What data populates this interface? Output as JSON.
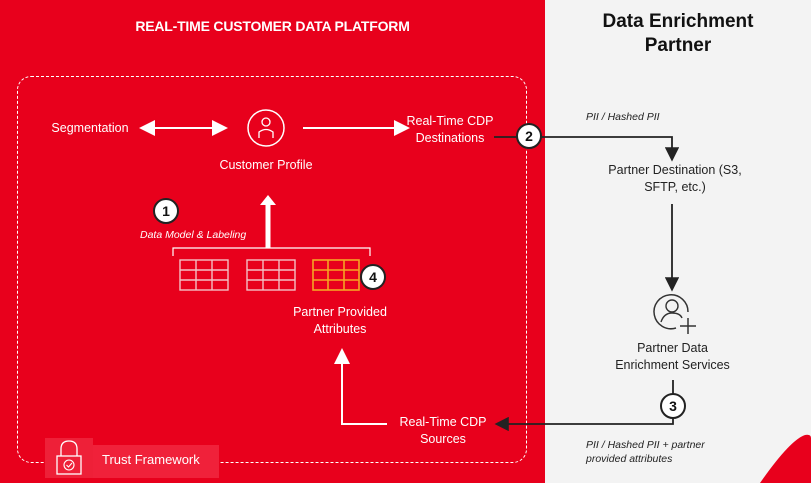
{
  "diagram": {
    "left_title": "REAL-TIME CUSTOMER DATA PLATFORM",
    "right_title_line1": "Data Enrichment",
    "right_title_line2": "Partner",
    "nodes": {
      "segmentation": "Segmentation",
      "customer_profile": "Customer Profile",
      "destinations_line1": "Real-Time CDP",
      "destinations_line2": "Destinations",
      "partner_destination_line1": "Partner Destination (S3,",
      "partner_destination_line2": "SFTP, etc.)",
      "enrichment_line1": "Partner Data",
      "enrichment_line2": "Enrichment Services",
      "sources_line1": "Real-Time CDP",
      "sources_line2": "Sources",
      "partner_attributes_line1": "Partner Provided",
      "partner_attributes_line2": "Attributes",
      "data_model": "Data Model & Labeling",
      "trust_framework": "Trust Framework"
    },
    "edge_labels": {
      "pii_out": "PII / Hashed PII",
      "pii_in_line1": "PII / Hashed PII + partner",
      "pii_in_line2": "provided attributes"
    },
    "badges": [
      "1",
      "2",
      "3",
      "4"
    ],
    "colors": {
      "brand_red": "#e8001c",
      "panel_gray": "#f3f3f3",
      "partner_table": "#f5a623",
      "text_dark": "#222222"
    }
  }
}
